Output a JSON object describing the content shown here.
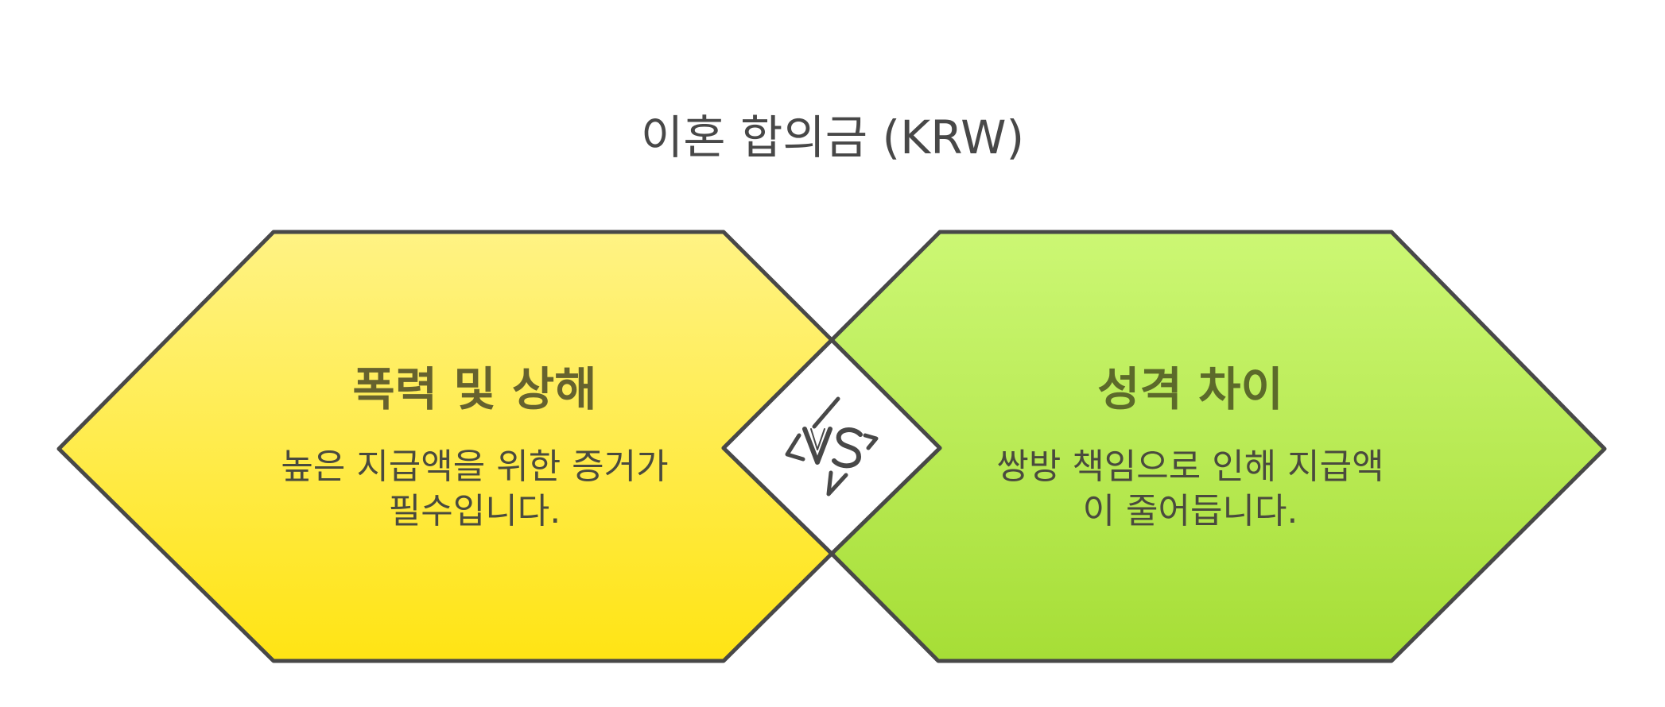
{
  "title": "이혼 합의금 (KRW)",
  "left": {
    "heading": "폭력 및 상해",
    "body_lines": [
      "높은 지급액을 위한 증거가",
      "필수입니다."
    ]
  },
  "center": {
    "label": "VS"
  },
  "right": {
    "heading": "성격 차이",
    "body_lines": [
      "쌍방 책임으로 인해 지급액",
      "이 줄어듭니다."
    ]
  },
  "colors": {
    "left_fill_top": "#fff384",
    "left_fill_bottom": "#ffe414",
    "right_fill_top": "#ccf774",
    "right_fill_bottom": "#a6de36",
    "outline": "#484848",
    "center_fill": "#ffffff"
  }
}
